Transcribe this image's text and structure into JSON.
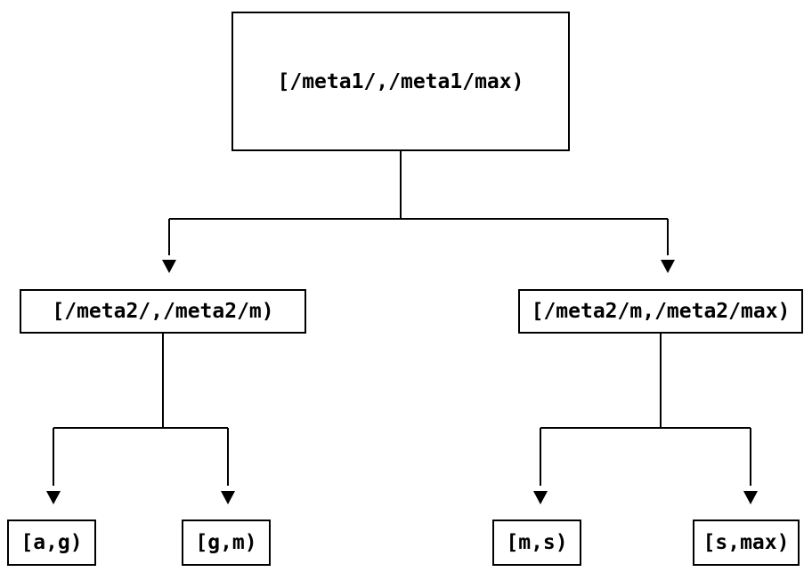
{
  "diagram": {
    "title": "range-partition-tree",
    "colors": {
      "background": "#ffffff",
      "line": "#000000",
      "node_border": "#000000",
      "node_fill": "#ffffff",
      "text": "#000000"
    },
    "nodes": {
      "root": {
        "label": "[/meta1/,/meta1/max)"
      },
      "meta2_low": {
        "label": "[/meta2/,/meta2/m)"
      },
      "meta2_high": {
        "label": "[/meta2/m,/meta2/max)"
      },
      "leaf_ag": {
        "label": "[a,g)"
      },
      "leaf_gm": {
        "label": "[g,m)"
      },
      "leaf_ms": {
        "label": "[m,s)"
      },
      "leaf_smax": {
        "label": "[s,max)"
      }
    },
    "edges": [
      {
        "from": "root",
        "to": "meta2_low"
      },
      {
        "from": "root",
        "to": "meta2_high"
      },
      {
        "from": "meta2_low",
        "to": "leaf_ag"
      },
      {
        "from": "meta2_low",
        "to": "leaf_gm"
      },
      {
        "from": "meta2_high",
        "to": "leaf_ms"
      },
      {
        "from": "meta2_high",
        "to": "leaf_smax"
      }
    ]
  }
}
